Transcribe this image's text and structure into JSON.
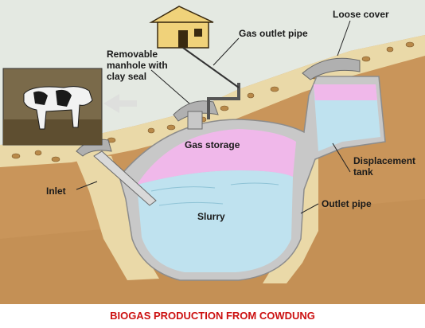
{
  "labels": {
    "gas_outlet_pipe": "Gas outlet pipe",
    "loose_cover": "Loose cover",
    "manhole_line1": "Removable",
    "manhole_line2": "manhole with",
    "manhole_line3": "clay seal",
    "gas_storage": "Gas storage",
    "displacement_line1": "Displacement",
    "displacement_line2": "tank",
    "inlet": "Inlet",
    "outlet_pipe": "Outlet pipe",
    "slurry": "Slurry"
  },
  "caption": "BIOGAS PRODUCTION FROM COWDUNG",
  "colors": {
    "soil": "#c9955a",
    "soil_dark": "#a8743d",
    "sky": "#e4e9e2",
    "slurry": "#bfe2ef",
    "gas": "#f0b8ea",
    "gravel": "#ead9a8",
    "concrete": "#c8c8c8",
    "caption": "#cc1111"
  }
}
